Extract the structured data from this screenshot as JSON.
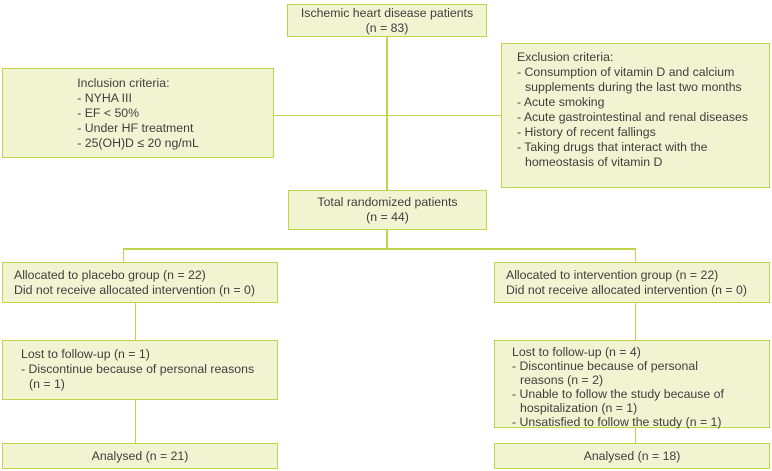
{
  "figure": {
    "type": "consort-flow-diagram",
    "background": "#ffffff",
    "box_fill": "#f0f4d1",
    "box_border": "#c3d24b",
    "text_color": "#3e3e3e"
  },
  "boxes": {
    "top": {
      "line1": "Ischemic heart disease patients",
      "line2": "(n = 83)"
    },
    "inclusion": {
      "lines": [
        "Inclusion criteria:",
        "- NYHA III",
        "- EF < 50%",
        "- Under HF treatment",
        "- 25(OH)D ≤ 20 ng/mL"
      ]
    },
    "exclusion": {
      "lines": [
        "Exclusion criteria:",
        "- Consumption of vitamin D and calcium",
        "supplements during the last two months",
        "- Acute smoking",
        "- Acute gastrointestinal and renal diseases",
        "- History of recent fallings",
        "- Taking drugs that interact with the",
        "homeostasis of vitamin D"
      ]
    },
    "total": {
      "line1": "Total randomized patients",
      "line2": "(n = 44)"
    },
    "allocated_placebo": {
      "lines": [
        "Allocated to placebo group (n = 22)",
        "Did not receive allocated intervention (n = 0)"
      ]
    },
    "allocated_intervention": {
      "lines": [
        "Allocated to intervention group (n = 22)",
        "Did not receive allocated intervention (n = 0)"
      ]
    },
    "lost_placebo": {
      "lines": [
        "Lost to follow-up (n = 1)",
        "- Discontinue because of personal reasons",
        "(n = 1)"
      ]
    },
    "lost_intervention": {
      "lines": [
        "Lost to follow-up (n = 4)",
        "- Discontinue because of personal",
        "reasons (n = 2)",
        "- Unable to follow the study because of",
        "hospitalization (n = 1)",
        "- Unsatisfied to follow the study (n = 1)"
      ]
    },
    "analysed_placebo": {
      "label": "Analysed (n = 21)"
    },
    "analysed_intervention": {
      "label": "Analysed (n = 18)"
    }
  }
}
